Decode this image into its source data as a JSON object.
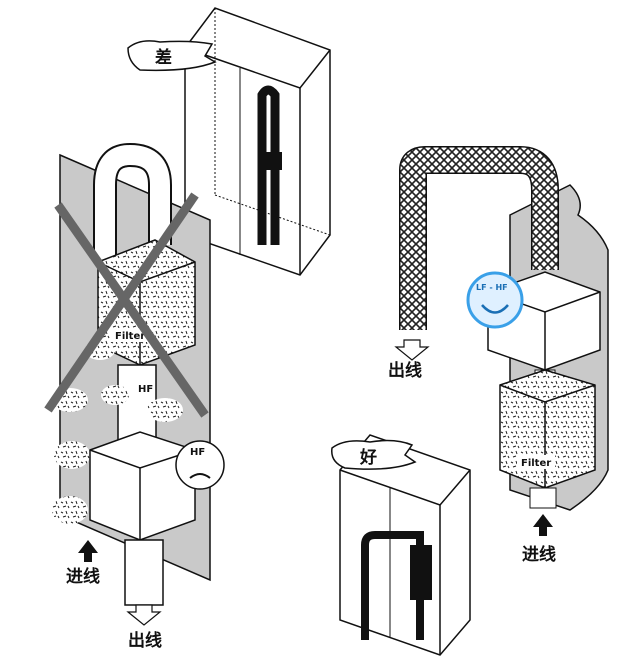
{
  "labels": {
    "bad": "差",
    "good": "好",
    "out_left": "出线",
    "in_left": "进线",
    "out_right": "出线",
    "in_right": "进线",
    "filter_left": "Filter",
    "filter_right": "Filter",
    "hf_arrow": "HF",
    "hf_face": "HF",
    "lf_hf_face": "LF - HF"
  },
  "colors": {
    "wall": "#c9c9c9",
    "outline": "#111111",
    "face_blue": "#3aa0e8"
  }
}
